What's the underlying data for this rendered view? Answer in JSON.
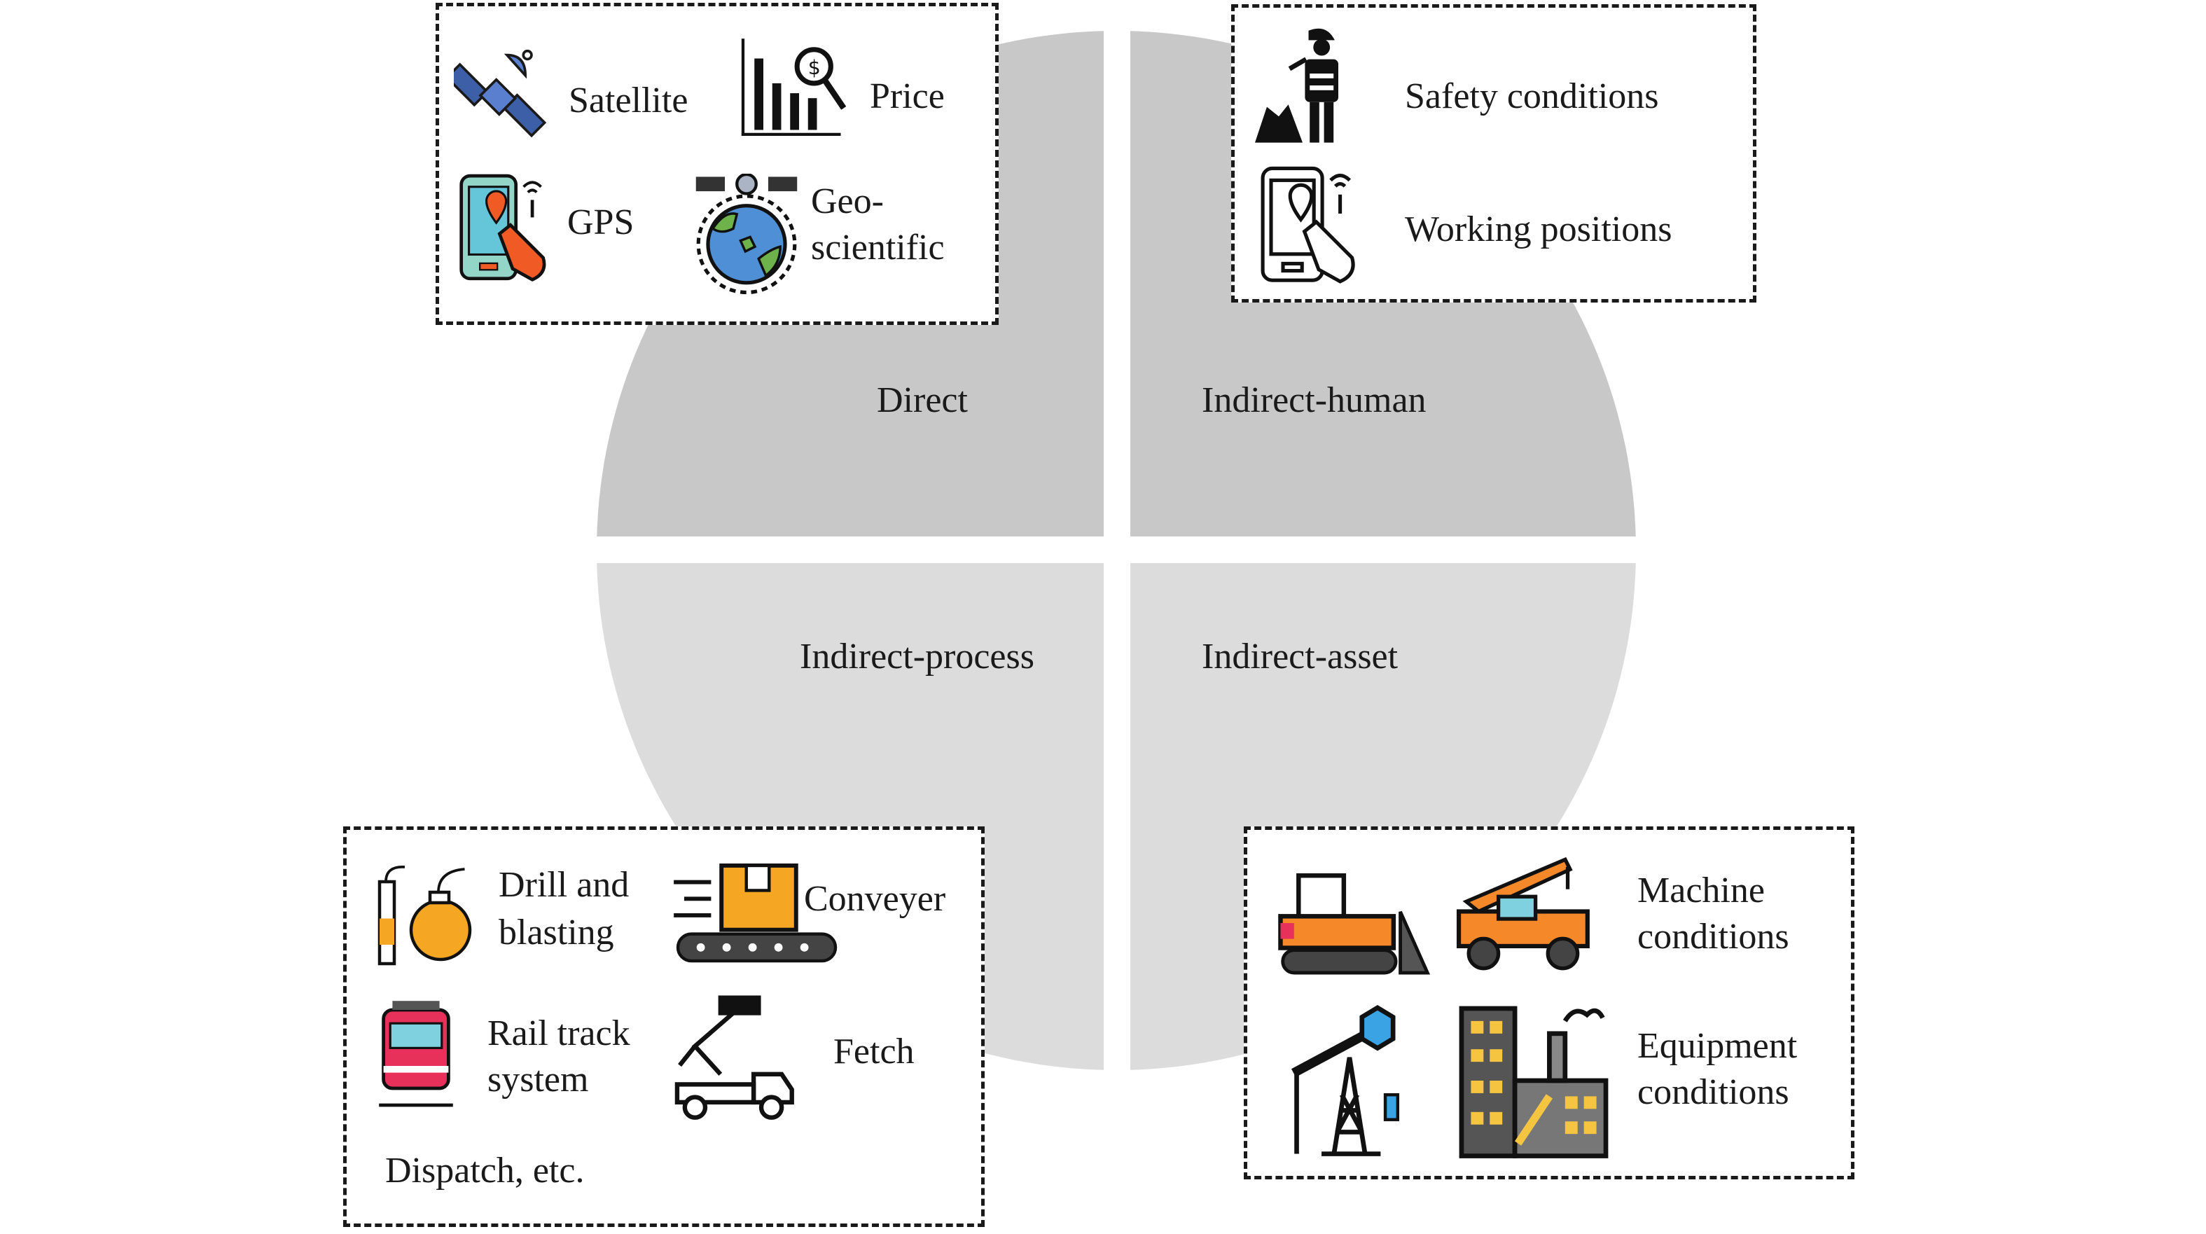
{
  "colors": {
    "quadrant_top": "#c8c8c8",
    "quadrant_bottom": "#dcdcdc",
    "border": "#1a1a1a"
  },
  "quadrants": {
    "direct": "Direct",
    "indirect_human": "Indirect-human",
    "indirect_process": "Indirect-process",
    "indirect_asset": "Indirect-asset"
  },
  "direct_box": {
    "satellite": "Satellite",
    "price": "Price",
    "gps": "GPS",
    "geo_line1": "Geo-",
    "geo_line2": "scientific"
  },
  "human_box": {
    "safety": "Safety conditions",
    "working": "Working positions"
  },
  "process_box": {
    "drill_line1": "Drill and",
    "drill_line2": "blasting",
    "conveyer": "Conveyer",
    "rail_line1": "Rail track",
    "rail_line2": "system",
    "fetch": "Fetch",
    "dispatch": "Dispatch, etc."
  },
  "asset_box": {
    "machine_line1": "Machine",
    "machine_line2": "conditions",
    "equipment_line1": "Equipment",
    "equipment_line2": "conditions"
  }
}
